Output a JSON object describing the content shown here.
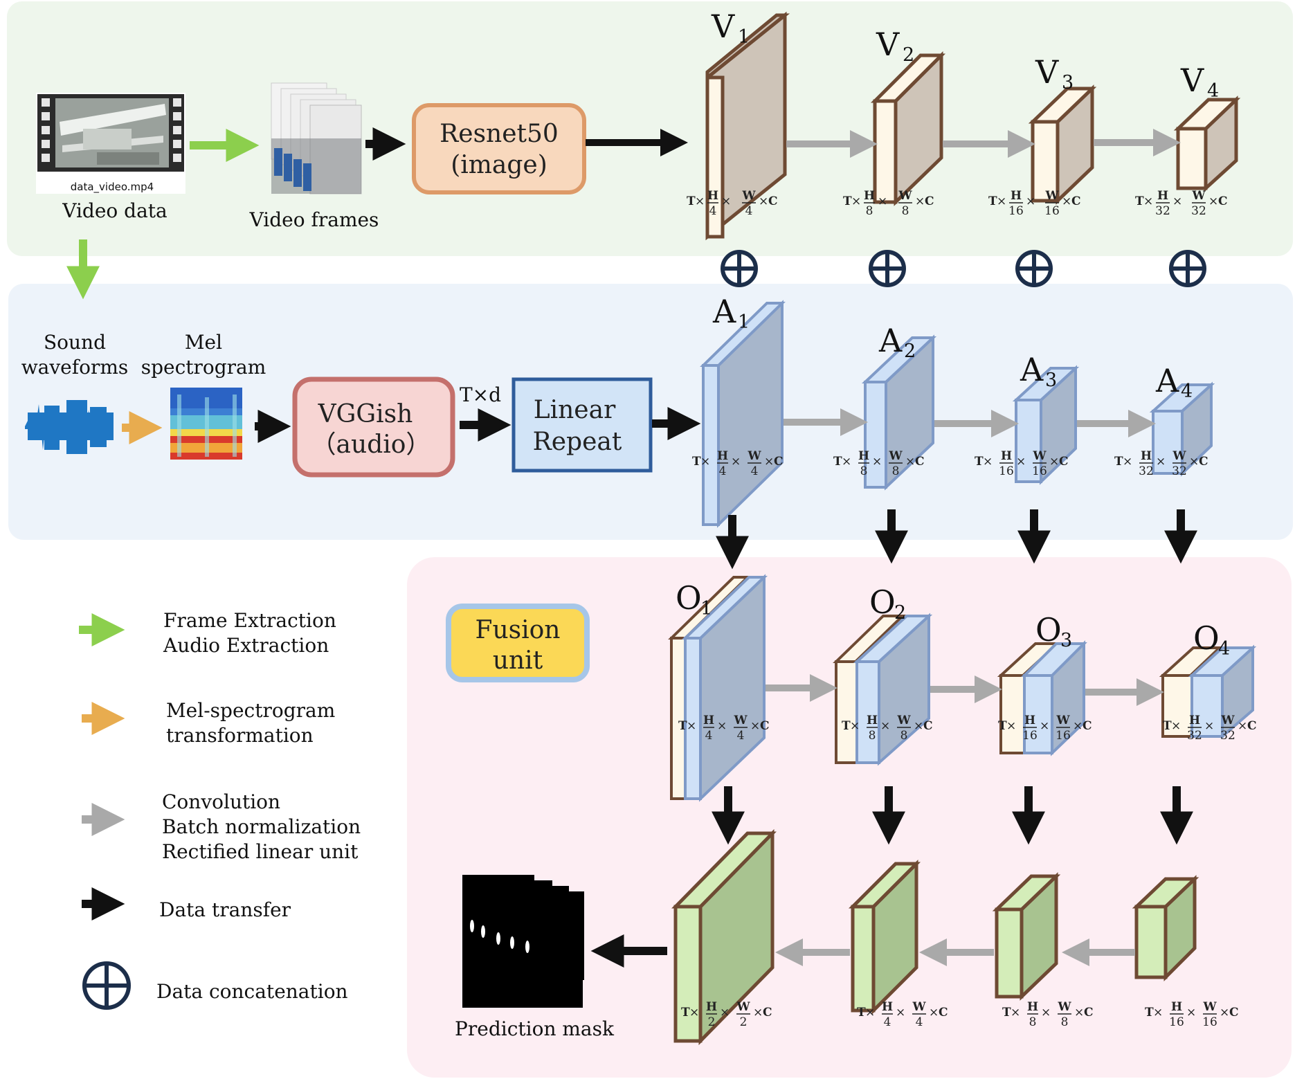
{
  "labels": {
    "video_data": "Video data",
    "video_file": "data_video.mp4",
    "video_frames": "Video frames",
    "resnet_line1": "Resnet50",
    "resnet_line2": "(image)",
    "sound_line1": "Sound",
    "sound_line2": "waveforms",
    "mel_line1": "Mel",
    "mel_line2": "spectrogram",
    "vggish_line1": "VGGish",
    "vggish_line2": "（audio）",
    "txd": "T×d",
    "linear_line1": "Linear",
    "linear_line2": "Repeat",
    "fusion_line1": "Fusion",
    "fusion_line2": "unit",
    "prediction_mask": "Prediction mask"
  },
  "legend": {
    "green": [
      "Frame Extraction",
      "Audio Extraction"
    ],
    "orange": [
      "Mel-spectrogram",
      "transformation"
    ],
    "gray": [
      "Convolution",
      "Batch normalization",
      "Rectified linear unit"
    ],
    "black": [
      "Data transfer"
    ],
    "concat": [
      "Data concatenation"
    ]
  },
  "stages": {
    "video": [
      {
        "letter": "V",
        "index": "1",
        "div": "4"
      },
      {
        "letter": "V",
        "index": "2",
        "div": "8"
      },
      {
        "letter": "V",
        "index": "3",
        "div": "16"
      },
      {
        "letter": "V",
        "index": "4",
        "div": "32"
      }
    ],
    "audio": [
      {
        "letter": "A",
        "index": "1",
        "div": "4"
      },
      {
        "letter": "A",
        "index": "2",
        "div": "8"
      },
      {
        "letter": "A",
        "index": "3",
        "div": "16"
      },
      {
        "letter": "A",
        "index": "4",
        "div": "32"
      }
    ],
    "fusion": [
      {
        "letter": "O",
        "index": "1",
        "div": "4"
      },
      {
        "letter": "O",
        "index": "2",
        "div": "8"
      },
      {
        "letter": "O",
        "index": "3",
        "div": "16"
      },
      {
        "letter": "O",
        "index": "4",
        "div": "32"
      }
    ],
    "decoder": [
      {
        "div": "2"
      },
      {
        "div": "4"
      },
      {
        "div": "8"
      },
      {
        "div": "16"
      }
    ]
  },
  "dim_parts": {
    "t": "T",
    "times": "×",
    "h": "H",
    "w": "W",
    "c": "C"
  },
  "colors": {
    "video_panel": "#eef6ec",
    "audio_panel": "#edf3fa",
    "fusion_panel": "#fdeef3",
    "green_arrow": "#8ccf4d",
    "orange_arrow": "#e8ac4f",
    "gray_arrow": "#a9a9a9",
    "black_arrow": "#111111",
    "concat": "#1c2e4a",
    "resnet_fill": "#f8d8bd",
    "resnet_border": "#dd9a68",
    "vggish_fill": "#f7d5d3",
    "vggish_border": "#c4706c",
    "linear_fill": "#d2e4f7",
    "linear_border": "#2f5c9b",
    "fusion_fill": "#fbd856",
    "fusion_border": "#a6c6e8",
    "video_front": "#fef7e8",
    "video_side": "#cec4b8",
    "video_edge": "#6e4a33",
    "audio_front": "#cfe1f7",
    "audio_side": "#a7b6cb",
    "audio_edge": "#7f9ac7",
    "decoder_front": "#d4edb9",
    "decoder_side": "#a8c390",
    "decoder_edge": "#6e4a33"
  }
}
